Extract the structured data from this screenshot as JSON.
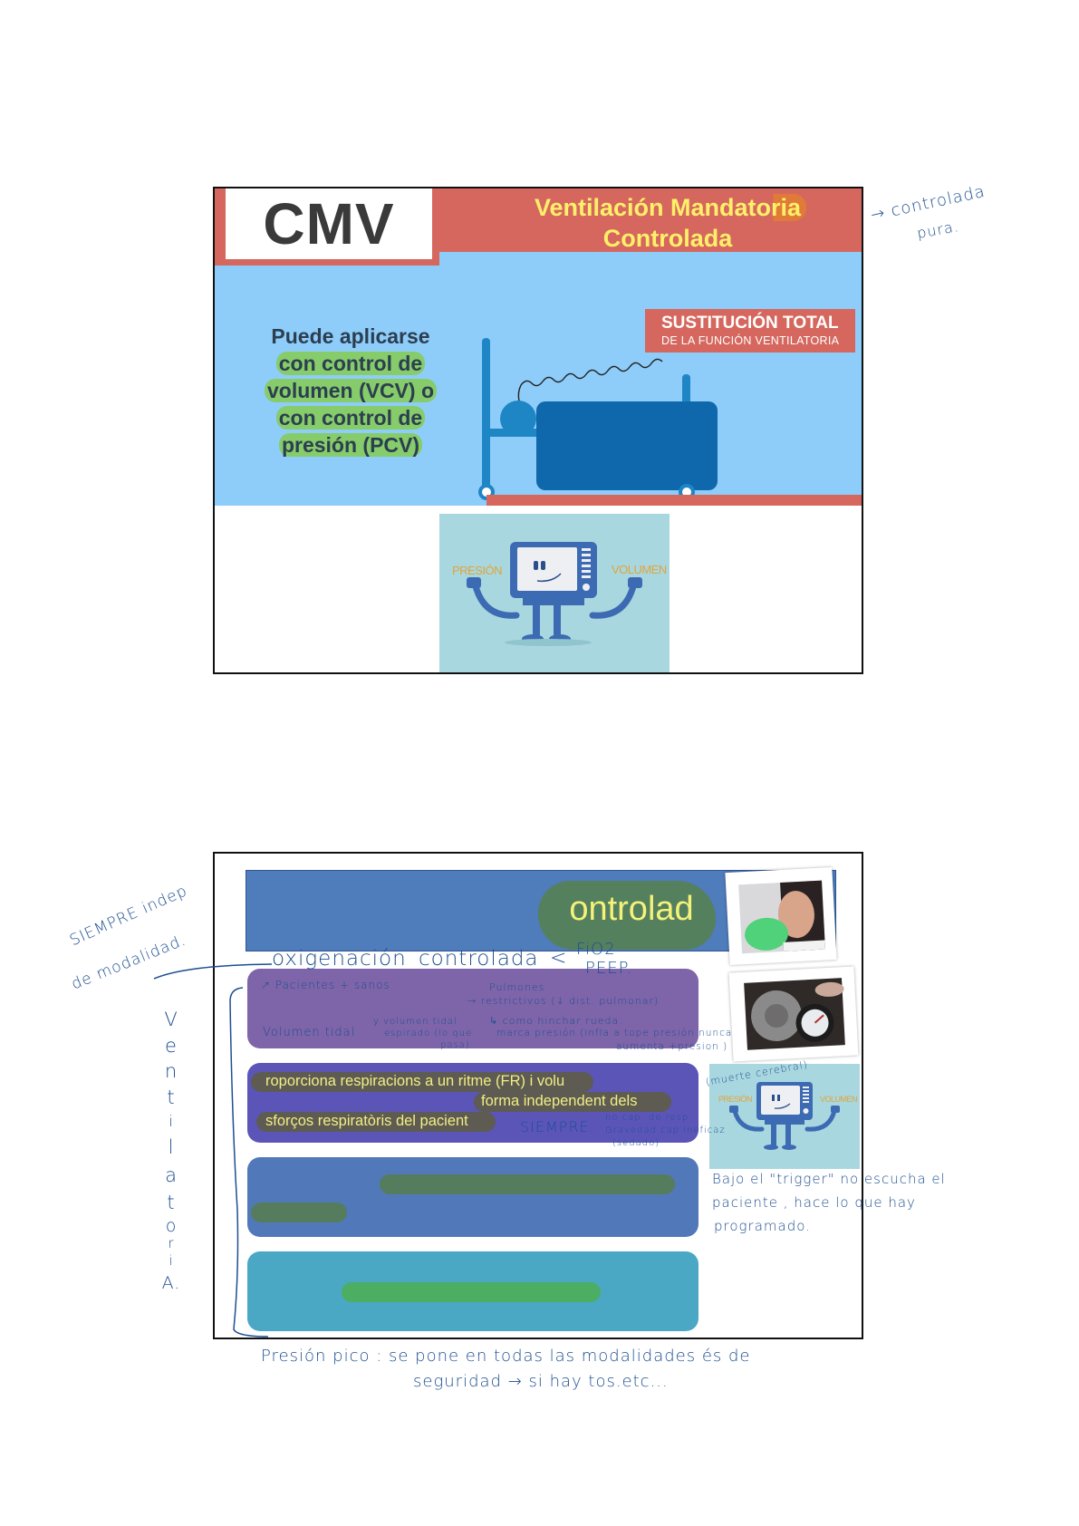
{
  "slide1": {
    "badge": "CMV",
    "title_line1": "Ventilación Mandatoria",
    "title_line2": "Controlada",
    "sustitucion_line1": "SUSTITUCIÓN TOTAL",
    "sustitucion_line2": "DE LA FUNCIÓN VENTILATORIA",
    "body_lines": [
      "Puede aplicarse",
      "con control de",
      "volumen (VCV) o",
      "con control de",
      "presión (PCV)"
    ],
    "robot": {
      "left_label": "PRESIÓN",
      "right_label": "VOLUMEN"
    },
    "colors": {
      "header_red": "#d5675e",
      "sky": "#8ecdf9",
      "title_yellow": "#fff06a",
      "highlight_green": "#86cc6a",
      "bed_blue": "#0f67ac"
    }
  },
  "slide1_notes": {
    "right_note_line1": "→ controlada",
    "right_note_line2": "pura."
  },
  "slide2": {
    "header_text": "ontrolad",
    "box2_lines": [
      "roporciona respiracions a un ritme (FR) i volu",
      "forma independent dels",
      "sforços  respiratòris del pacient"
    ],
    "robot": {
      "left_label": "PRESIÓN",
      "right_label": "VOLUMEN"
    },
    "colors": {
      "header_blue": "#4f7cba",
      "box1_purple": "#7e64a8",
      "box2_indigo": "#5c55b8",
      "box3_blue": "#5179ba",
      "box4_teal": "#4aa8c5",
      "text_yellow": "#f2ee83"
    }
  },
  "slide2_notes": {
    "left_note_line1": "SIEMPRE indep",
    "left_note_line2": "de modalidad.",
    "vertical_word": [
      "V",
      "e",
      "n",
      "t",
      "i",
      "l",
      "a",
      "t",
      "o",
      "r",
      "i",
      "A."
    ],
    "oxigenacion": "oxigenación",
    "controlada": "controlada",
    "fio2": "FiO2",
    "peep": "PEEP.",
    "pacientes_sanos": "↗ Pacientes + sanos",
    "pulmones_line1": "Pulmones",
    "pulmones_line2": "→ restrictivos (↓ dist. pulmonar)",
    "volumen_tidal": "Volumen  tidal",
    "volumen_tidal_esp_line1": "y volumen tidal",
    "volumen_tidal_esp_line2": "espirado (lo que",
    "volumen_tidal_esp_line3": "pasa)",
    "como_line1": "↳ como  hinchar  rueda.",
    "como_line2": "marca  presión.(infla a tope presión  nunca",
    "como_line3": "aumenta +presion )",
    "siempre": "SIEMPRE.",
    "siempre_sub1": "no cap. de resp",
    "siempre_sub2": "Gravedad cap ineficaz",
    "siempre_sub3": "(sedado)",
    "muerte": "(muerte cerebral)",
    "bajo_line1": "Bajo  el  \"trigger\"  no  escucha  el",
    "bajo_line2": "paciente ,  hace  lo  que  hay",
    "bajo_line3": "programado.",
    "presion_line1": "Presión  pico :  se  pone    en    todas    las    modalidades   és    de",
    "presion_line2": "seguridad  →  si  hay   tos.etc..."
  }
}
